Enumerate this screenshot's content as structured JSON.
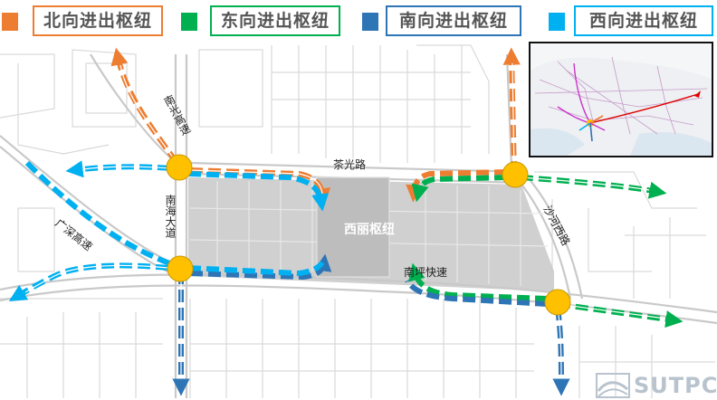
{
  "legend": [
    {
      "label": "北向进出枢纽",
      "color": "#ED7D31"
    },
    {
      "label": "东向进出枢纽",
      "color": "#00B050"
    },
    {
      "label": "南向进出枢纽",
      "color": "#2E75B6"
    },
    {
      "label": "西向进出枢纽",
      "color": "#00B0F0"
    }
  ],
  "labels": {
    "nanguang": "南光高速",
    "chaguang": "茶光路",
    "nanhai": "南海大道",
    "guangshen": "广深高速",
    "hub": "西丽枢纽",
    "shahe": "沙河西路",
    "nanping": "南坪快速"
  },
  "colors": {
    "north": "#ED7D31",
    "east": "#00B050",
    "south": "#2E75B6",
    "west": "#00B0F0",
    "node": "#FFC000",
    "hub_area": "#C8C8C8",
    "road": "#D9D9D9"
  },
  "watermark": "SUTPC"
}
